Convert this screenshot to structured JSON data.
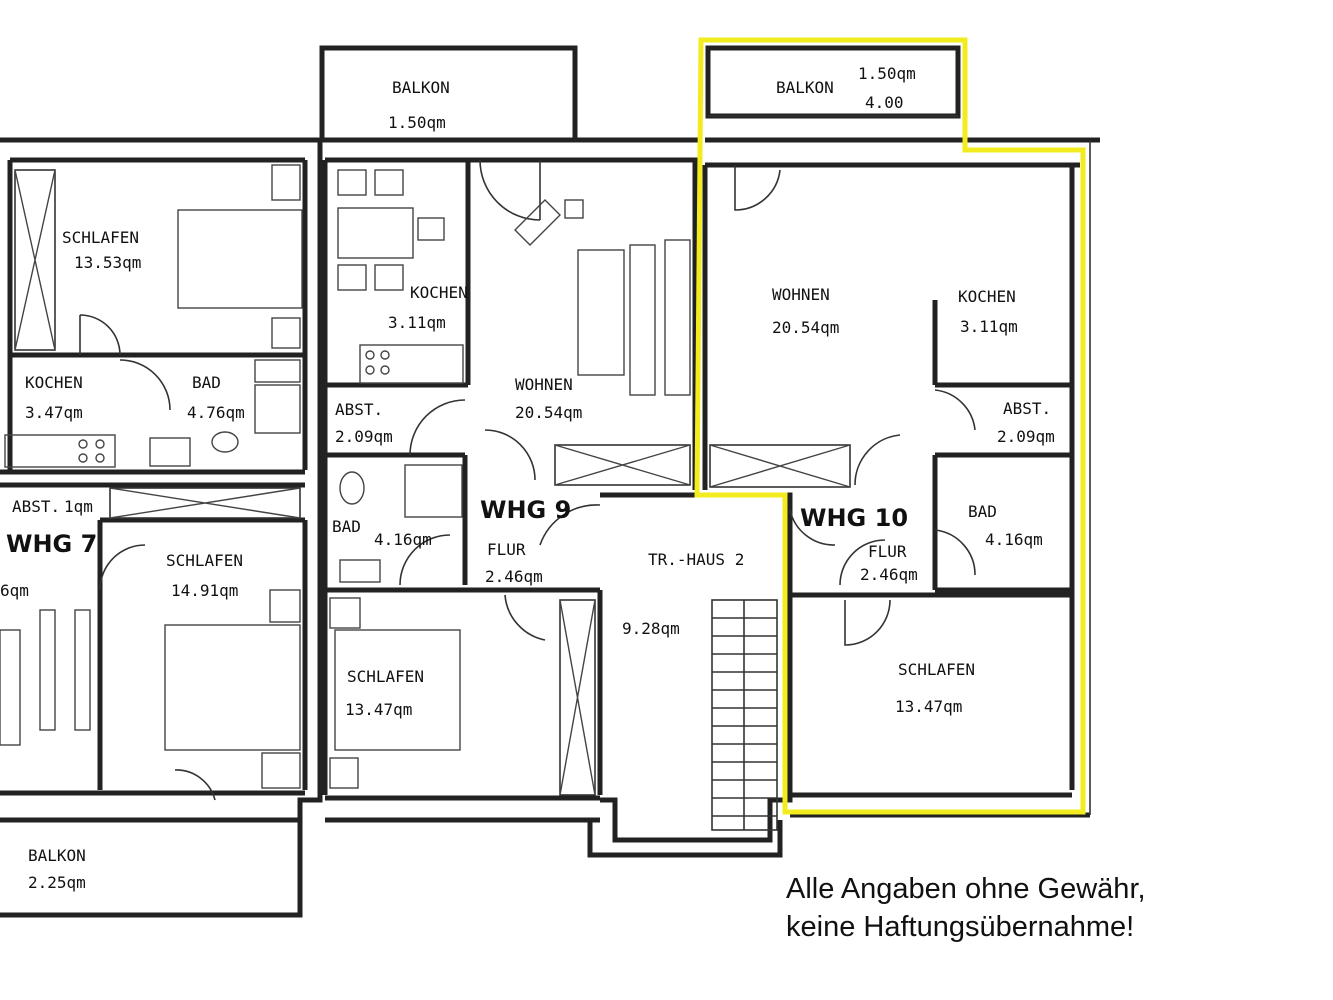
{
  "colors": {
    "highlight": "#f2ec1f",
    "line": "#222222"
  },
  "whg7": {
    "label": "WHG 7",
    "rooms": [
      {
        "name": "SCHLAFEN",
        "area": "13.53qm"
      },
      {
        "name": "KOCHEN",
        "area": "3.47qm"
      },
      {
        "name": "BAD",
        "area": "4.76qm"
      },
      {
        "name": "ABST.",
        "area": "1qm"
      },
      {
        "name": "SCHLAFEN",
        "area": "14.91qm"
      },
      {
        "name": "",
        "area": "6qm"
      },
      {
        "name": "BALKON",
        "area": "2.25qm"
      }
    ]
  },
  "whg9": {
    "label": "WHG 9",
    "rooms": [
      {
        "name": "BALKON",
        "area": "1.50qm"
      },
      {
        "name": "KOCHEN",
        "area": "3.11qm"
      },
      {
        "name": "WOHNEN",
        "area": "20.54qm"
      },
      {
        "name": "ABST.",
        "area": "2.09qm"
      },
      {
        "name": "BAD",
        "area": "4.16qm"
      },
      {
        "name": "FLUR",
        "area": "2.46qm"
      },
      {
        "name": "SCHLAFEN",
        "area": "13.47qm"
      }
    ]
  },
  "stair": {
    "name": "TR.-HAUS 2",
    "area": "9.28qm"
  },
  "whg10": {
    "label": "WHG 10",
    "balkon": {
      "name": "BALKON",
      "area": "1.50qm",
      "dim": "4.00"
    },
    "rooms": [
      {
        "name": "WOHNEN",
        "area": "20.54qm"
      },
      {
        "name": "KOCHEN",
        "area": "3.11qm"
      },
      {
        "name": "ABST.",
        "area": "2.09qm"
      },
      {
        "name": "BAD",
        "area": "4.16qm"
      },
      {
        "name": "FLUR",
        "area": "2.46qm"
      },
      {
        "name": "SCHLAFEN",
        "area": "13.47qm"
      }
    ]
  },
  "disclaimer": {
    "line1": "Alle Angaben ohne Gewähr,",
    "line2": "keine Haftungsübernahme!"
  }
}
